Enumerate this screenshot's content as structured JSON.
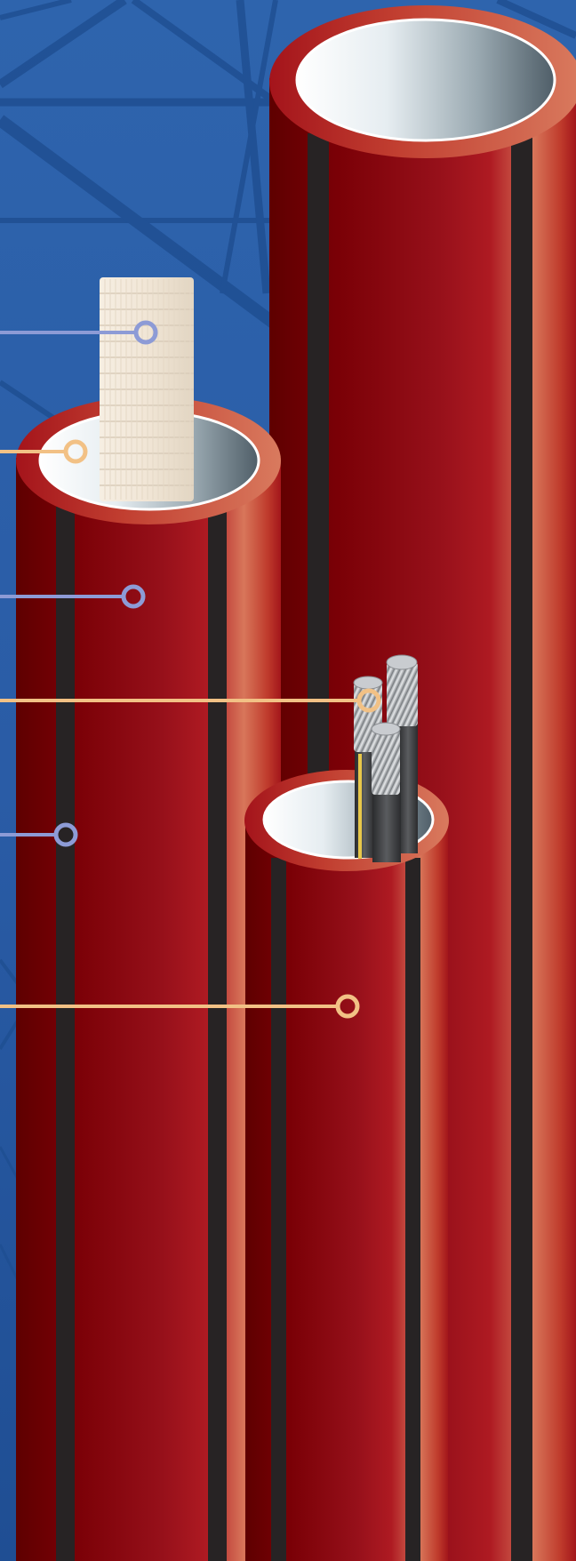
{
  "scene": {
    "background_color": "#2c5fa8",
    "lattice_color": "#1f4f92",
    "pipe_red": "#a8141c",
    "pipe_dark": "#5e0000",
    "pipe_light": "#d8765a",
    "stripe_color": "#272324",
    "rim_color": "#c8503f",
    "interior_light": "#f4f8fa",
    "interior_dark": "#52626c"
  },
  "pipes": [
    {
      "id": "pipe-large-right",
      "contents": "empty"
    },
    {
      "id": "pipe-medium-left",
      "contents": "innerduct-sleeve"
    },
    {
      "id": "pipe-small-front",
      "contents": "aluminum-cables"
    }
  ],
  "callouts": [
    {
      "id": "callout-1",
      "color": "#8d9bd6"
    },
    {
      "id": "callout-2",
      "color": "#f2c185"
    },
    {
      "id": "callout-3",
      "color": "#8d9bd6"
    },
    {
      "id": "callout-4",
      "color": "#f2c185"
    },
    {
      "id": "callout-5",
      "color": "#8d9bd6"
    },
    {
      "id": "callout-6",
      "color": "#f2c185"
    }
  ]
}
